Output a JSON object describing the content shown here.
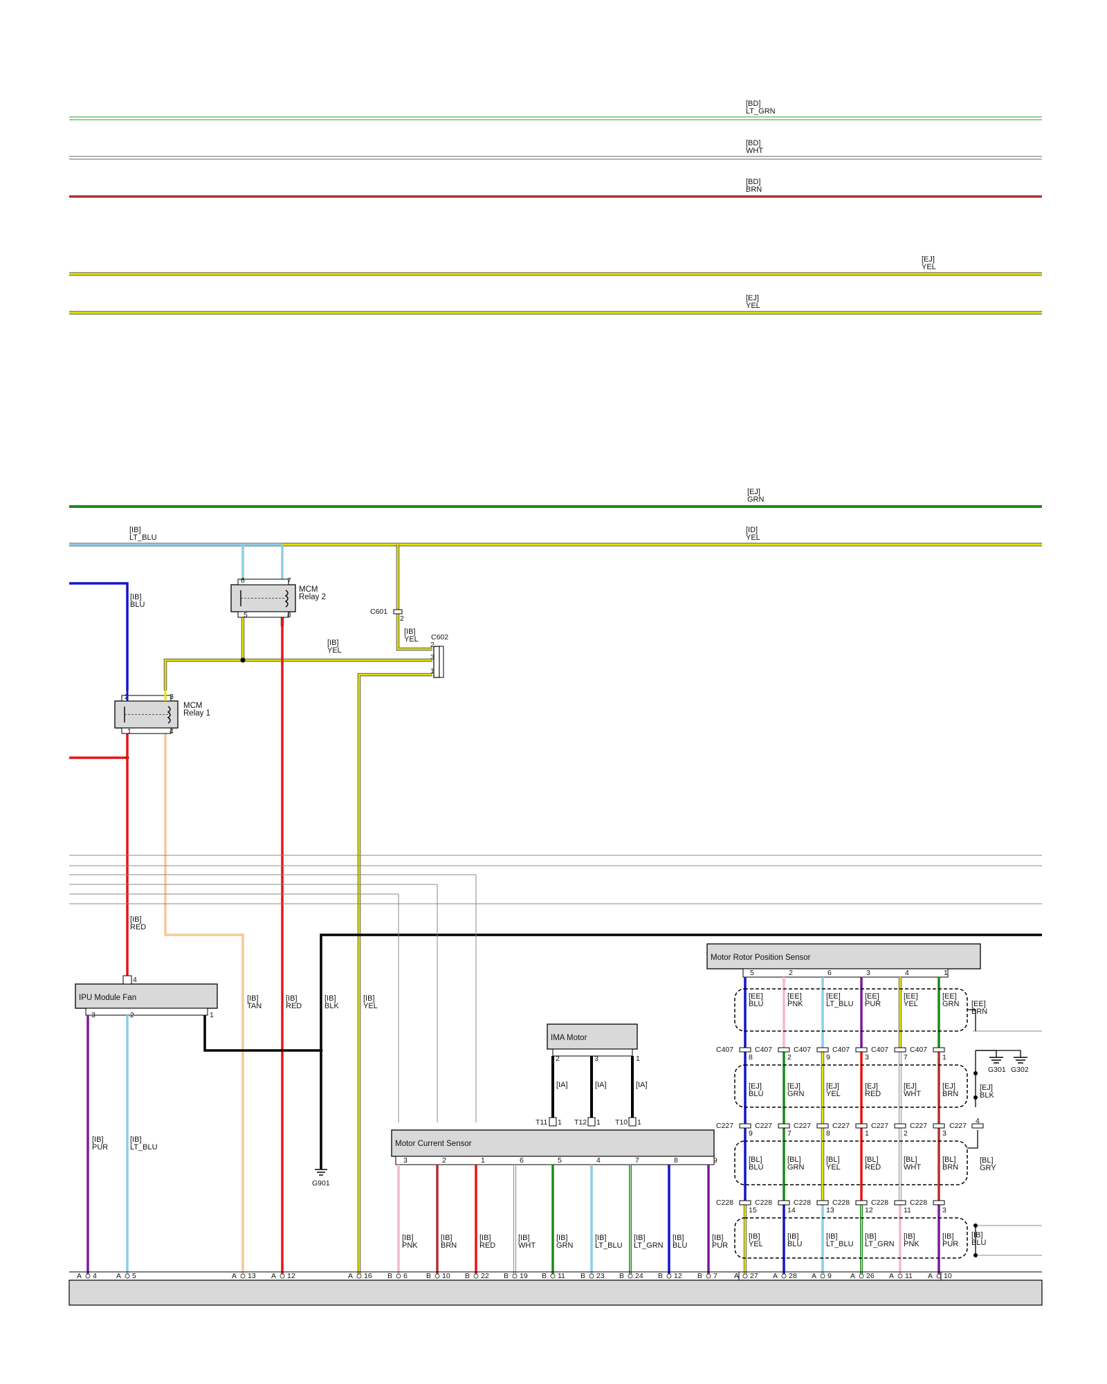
{
  "colors": {
    "LT_GRN": "#6dbf6a",
    "WHT": "#9a9a9a",
    "BRN": "#b03030",
    "YEL": "#e6e600",
    "GRN": "#1a8a1a",
    "LT_BLU": "#8ccde6",
    "BLU": "#1414c8",
    "RED": "#e61414",
    "TAN": "#f5c896",
    "BLK": "#000000",
    "PNK": "#f5b8c8",
    "PUR": "#7a1a9a",
    "GRY": "#999999",
    "module_fill": "#d9d9d9",
    "thin": "#888888"
  },
  "top_buses": [
    {
      "tag": "[BD]",
      "color": "LT_GRN"
    },
    {
      "tag": "[BD]",
      "color": "WHT"
    },
    {
      "tag": "[BD]",
      "color": "BRN"
    },
    {
      "tag": "[EJ]",
      "color": "YEL"
    },
    {
      "tag": "[EJ]",
      "color": "YEL"
    },
    {
      "tag": "[EJ]",
      "color": "GRN"
    },
    {
      "tag": "[ID]",
      "color": "YEL"
    }
  ],
  "wire_labels": [
    {
      "tag": "[IB]",
      "color": "LT_BLU"
    },
    {
      "tag": "[IB]",
      "color": "BLU"
    },
    {
      "tag": "[IB]",
      "color": "YEL"
    },
    {
      "tag": "[IB]",
      "color": "YEL"
    },
    {
      "tag": "[IB]",
      "color": "RED"
    },
    {
      "tag": "[IB]",
      "color": "TAN"
    },
    {
      "tag": "[IB]",
      "color": "RED"
    },
    {
      "tag": "[IB]",
      "color": "BLK"
    },
    {
      "tag": "[IB]",
      "color": "YEL"
    },
    {
      "tag": "[IB]",
      "color": "PUR"
    },
    {
      "tag": "[IB]",
      "color": "LT_BLU"
    },
    {
      "tag": "[IA]",
      "color": ""
    },
    {
      "tag": "[IA]",
      "color": ""
    },
    {
      "tag": "[IA]",
      "color": ""
    }
  ],
  "components": {
    "relay1": {
      "name": "MCM",
      "name2": "Relay 1",
      "pins": [
        "2",
        "3",
        "1",
        "4"
      ]
    },
    "relay2": {
      "name": "MCM",
      "name2": "Relay 2",
      "pins": [
        "6",
        "7",
        "5",
        "8"
      ]
    },
    "ipu_fan": {
      "name": "IPU Module Fan",
      "pins": [
        "4",
        "3",
        "2",
        "1"
      ]
    },
    "ima_motor": {
      "name": "IMA Motor",
      "pins": [
        "2",
        "3",
        "1"
      ]
    },
    "motor_current_sensor": {
      "name": "Motor Current Sensor"
    },
    "motor_rotor_position_sensor": {
      "name": "Motor Rotor Position Sensor"
    }
  },
  "connectors": {
    "c601": {
      "name": "C601",
      "pin": "2"
    },
    "c602": {
      "name": "C602",
      "pins": [
        "2",
        "3",
        "1"
      ]
    },
    "terminals": [
      "T11",
      "T12",
      "T10"
    ],
    "terminal_pins": [
      "1",
      "1",
      "1"
    ],
    "c407": "C407",
    "c227": "C227",
    "c228": "C228"
  },
  "grounds": [
    "G901",
    "G301",
    "G302"
  ],
  "mcs_pins": [
    "3",
    "2",
    "1",
    "6",
    "5",
    "4",
    "7",
    "8",
    "9"
  ],
  "mcs_wires": [
    {
      "tag": "[IB]",
      "color": "PNK"
    },
    {
      "tag": "[IB]",
      "color": "BRN"
    },
    {
      "tag": "[IB]",
      "color": "RED"
    },
    {
      "tag": "[IB]",
      "color": "WHT"
    },
    {
      "tag": "[IB]",
      "color": "GRN"
    },
    {
      "tag": "[IB]",
      "color": "LT_BLU"
    },
    {
      "tag": "[IB]",
      "color": "LT_GRN"
    },
    {
      "tag": "[IB]",
      "color": "BLU"
    },
    {
      "tag": "[IB]",
      "color": "PUR"
    }
  ],
  "rotor_columns": [
    {
      "top_pin": "5",
      "ee": "BLU",
      "c407": "8",
      "ej": "BLU",
      "c227": "9",
      "bl": "BLU",
      "c228": "15",
      "ib": "YEL"
    },
    {
      "top_pin": "2",
      "ee": "PNK",
      "c407": "2",
      "ej": "GRN",
      "c227": "7",
      "bl": "GRN",
      "c228": "14",
      "ib": "BLU"
    },
    {
      "top_pin": "6",
      "ee": "LT_BLU",
      "c407": "9",
      "ej": "YEL",
      "c227": "8",
      "bl": "YEL",
      "c228": "13",
      "ib": "LT_BLU"
    },
    {
      "top_pin": "3",
      "ee": "PUR",
      "c407": "3",
      "ej": "RED",
      "c227": "1",
      "bl": "RED",
      "c228": "12",
      "ib": "LT_GRN"
    },
    {
      "top_pin": "4",
      "ee": "YEL",
      "c407": "7",
      "ej": "WHT",
      "c227": "2",
      "bl": "WHT",
      "c228": "11",
      "ib": "PNK"
    },
    {
      "top_pin": "1",
      "ee": "GRN",
      "c407": "1",
      "ej": "BRN",
      "c227": "3",
      "bl": "BRN",
      "c228": "3",
      "ib": "PUR"
    }
  ],
  "shield_labels": {
    "ee": {
      "tag": "[EE]",
      "color": "BRN"
    },
    "ej": {
      "tag": "[EJ]",
      "color": "BLK"
    },
    "bl": {
      "tag": "[BL]",
      "color": "GRY"
    },
    "ib": {
      "tag": "[IB]",
      "color": "BLU"
    },
    "c227_pin": "4",
    "tag_ee": "[EE]",
    "tag_ej": "[EJ]",
    "tag_bl": "[BL]",
    "tag_ib": "[IB]"
  },
  "bottom_pins": [
    {
      "conn": "A",
      "pin": "4"
    },
    {
      "conn": "A",
      "pin": "5"
    },
    {
      "conn": "A",
      "pin": "13"
    },
    {
      "conn": "A",
      "pin": "12"
    },
    {
      "conn": "A",
      "pin": "16"
    },
    {
      "conn": "B",
      "pin": "6"
    },
    {
      "conn": "B",
      "pin": "10"
    },
    {
      "conn": "B",
      "pin": "22"
    },
    {
      "conn": "B",
      "pin": "19"
    },
    {
      "conn": "B",
      "pin": "11"
    },
    {
      "conn": "B",
      "pin": "23"
    },
    {
      "conn": "B",
      "pin": "24"
    },
    {
      "conn": "B",
      "pin": "12"
    },
    {
      "conn": "B",
      "pin": "7"
    },
    {
      "conn": "A",
      "pin": "27"
    },
    {
      "conn": "A",
      "pin": "28"
    },
    {
      "conn": "A",
      "pin": "9"
    },
    {
      "conn": "A",
      "pin": "26"
    },
    {
      "conn": "A",
      "pin": "11"
    },
    {
      "conn": "A",
      "pin": "10"
    }
  ]
}
